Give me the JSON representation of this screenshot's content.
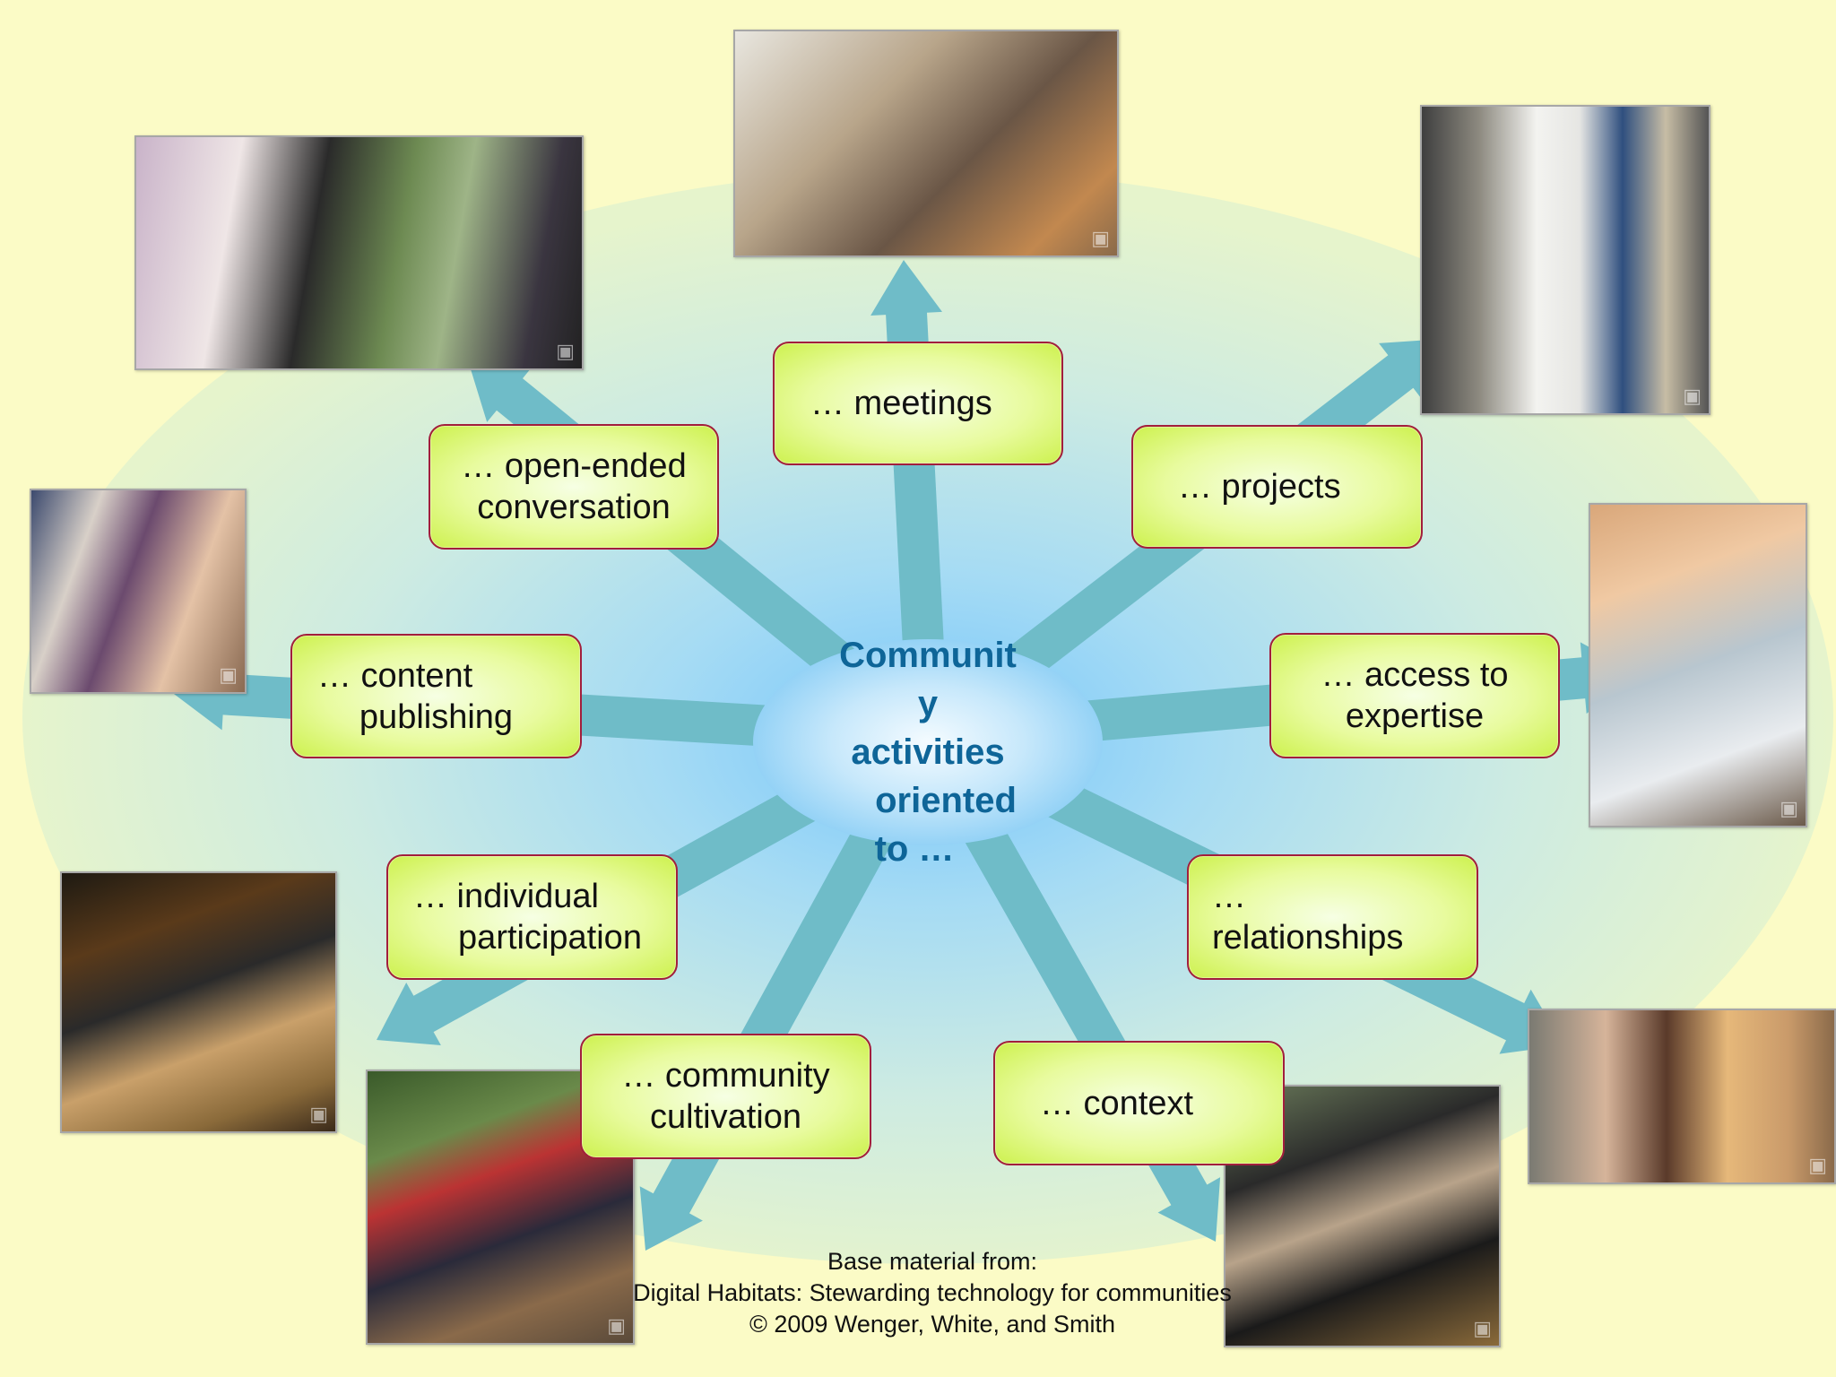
{
  "center": {
    "lines": [
      "Communit",
      "y",
      "activities",
      "oriented",
      "to …"
    ]
  },
  "labels": {
    "meetings": [
      "… meetings"
    ],
    "projects": [
      "… projects"
    ],
    "open_ended": [
      "… open-ended",
      "conversation"
    ],
    "content_publishing": [
      "… content",
      "publishing"
    ],
    "access_expertise": [
      "… access to",
      "expertise"
    ],
    "individual_participation": [
      "… individual",
      "participation"
    ],
    "relationships": [
      "…",
      "relationships"
    ],
    "community_cultivation": [
      "… community",
      "cultivation"
    ],
    "context": [
      "… context"
    ]
  },
  "credit": {
    "line1": "Base material from:",
    "line2": "Digital Habitats: Stewarding technology for communities",
    "line3": "© 2009 Wenger, White, and Smith"
  },
  "colors": {
    "background": "#fbfbc6",
    "arrow": "#6fbcc8",
    "box_border": "#a21e3c",
    "center_text": "#0e6598"
  },
  "photos": {
    "icon": "camera-icon"
  }
}
